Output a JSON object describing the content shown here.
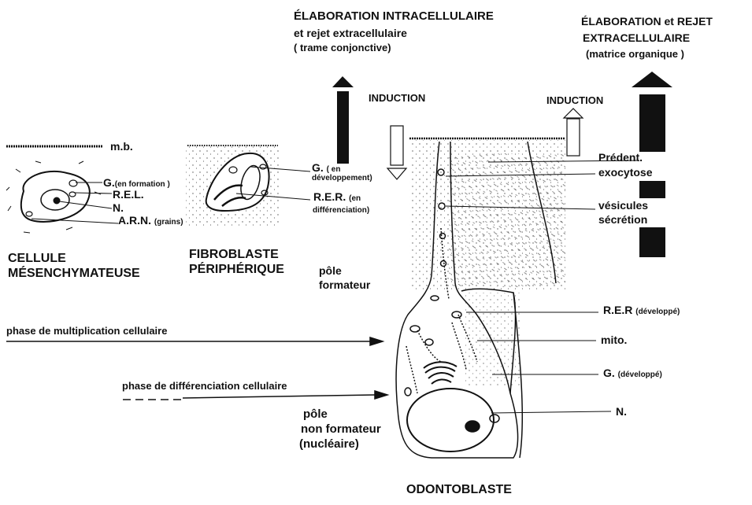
{
  "top_left": {
    "title": "ÉLABORATION  INTRACELLULAIRE",
    "line2": "et rejet extracellulaire",
    "line3": "( trame conjonctive)"
  },
  "top_right": {
    "line1": "ÉLABORATION et REJET",
    "line2": "EXTRACELLULAIRE",
    "line3": "(matrice organique )"
  },
  "induction_left": "INDUCTION",
  "induction_right": "INDUCTION",
  "mesenchyme": {
    "mb": "m.b.",
    "g": "G.",
    "g_note": "(en formation )",
    "rel": "R.E.L.",
    "n": "N.",
    "arn": "A.R.N.",
    "arn_note": "(grains)",
    "title1": "CELLULE",
    "title2": "MÉSENCHYMATEUSE"
  },
  "fibroblast": {
    "g": "G.",
    "g_note1": "( en",
    "g_note2": "développement)",
    "rer": "R.E.R.",
    "rer_note1": "(en",
    "rer_note2": "différenciation)",
    "title1": "FIBROBLASTE",
    "title2": "PÉRIPHÉRIQUE"
  },
  "pole_formateur": [
    "pôle",
    "formateur"
  ],
  "phase_multiplication": "phase de multiplication cellulaire",
  "phase_differenciation": "phase de différenciation cellulaire",
  "pole_non_formateur": [
    "pôle",
    "non formateur",
    "(nucléaire)"
  ],
  "odontoblast_title": "ODONTOBLASTE",
  "right_labels": {
    "predent": "Prédent.",
    "exocytose": "exocytose",
    "vesicules": "vésicules",
    "secretion": "sécrétion",
    "rer": "R.E.R",
    "rer_note": "(développé)",
    "mito": "mito.",
    "g": "G.",
    "g_note": "(développé)",
    "n": "N."
  }
}
